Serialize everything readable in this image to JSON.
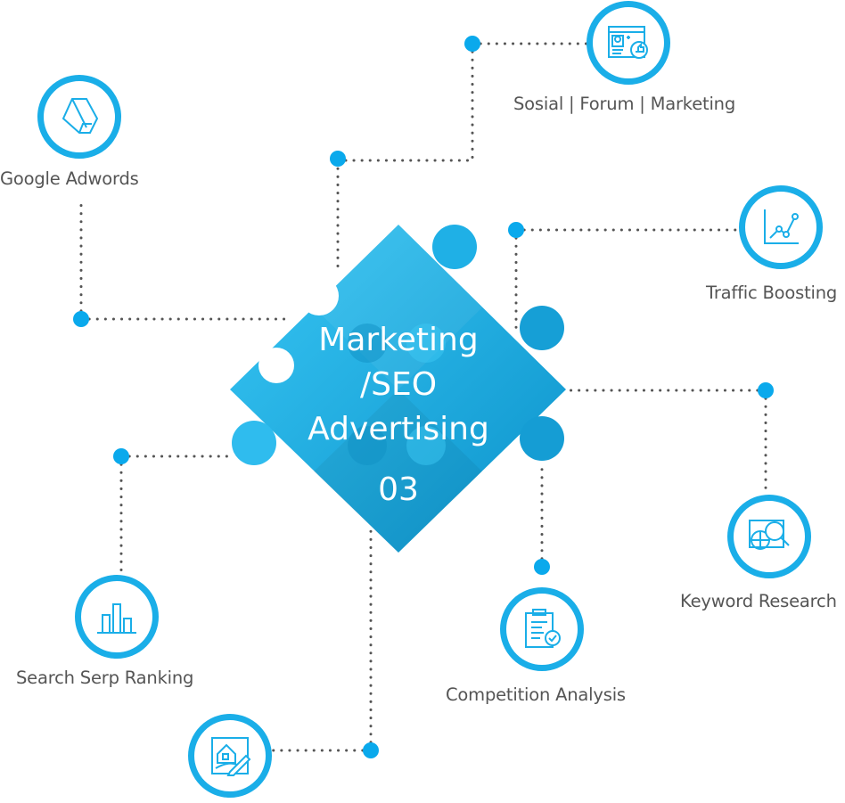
{
  "center": {
    "line1": "Marketing",
    "line2": "/SEO",
    "line3": "Advertising",
    "number": "03"
  },
  "nodes": [
    {
      "label": "Google Adwords",
      "icon": "google-adwords-icon"
    },
    {
      "label": "Sosial | Forum | Marketing",
      "icon": "social-profile-like-icon"
    },
    {
      "label": "Traffic Boosting",
      "icon": "line-graph-icon"
    },
    {
      "label": "Keyword Research",
      "icon": "globe-magnifier-icon"
    },
    {
      "label": "Competition Analysis",
      "icon": "clipboard-check-icon"
    },
    {
      "label": "Search Serp Ranking",
      "icon": "bar-chart-icon"
    },
    {
      "label": "",
      "icon": "house-drawing-pencil-icon"
    }
  ],
  "colors": {
    "accent": "#1aaee8",
    "dot": "#0aa9ec",
    "puzzle_light": "#35c3f2",
    "puzzle_dark": "#0f98cf",
    "connector": "#555555"
  }
}
